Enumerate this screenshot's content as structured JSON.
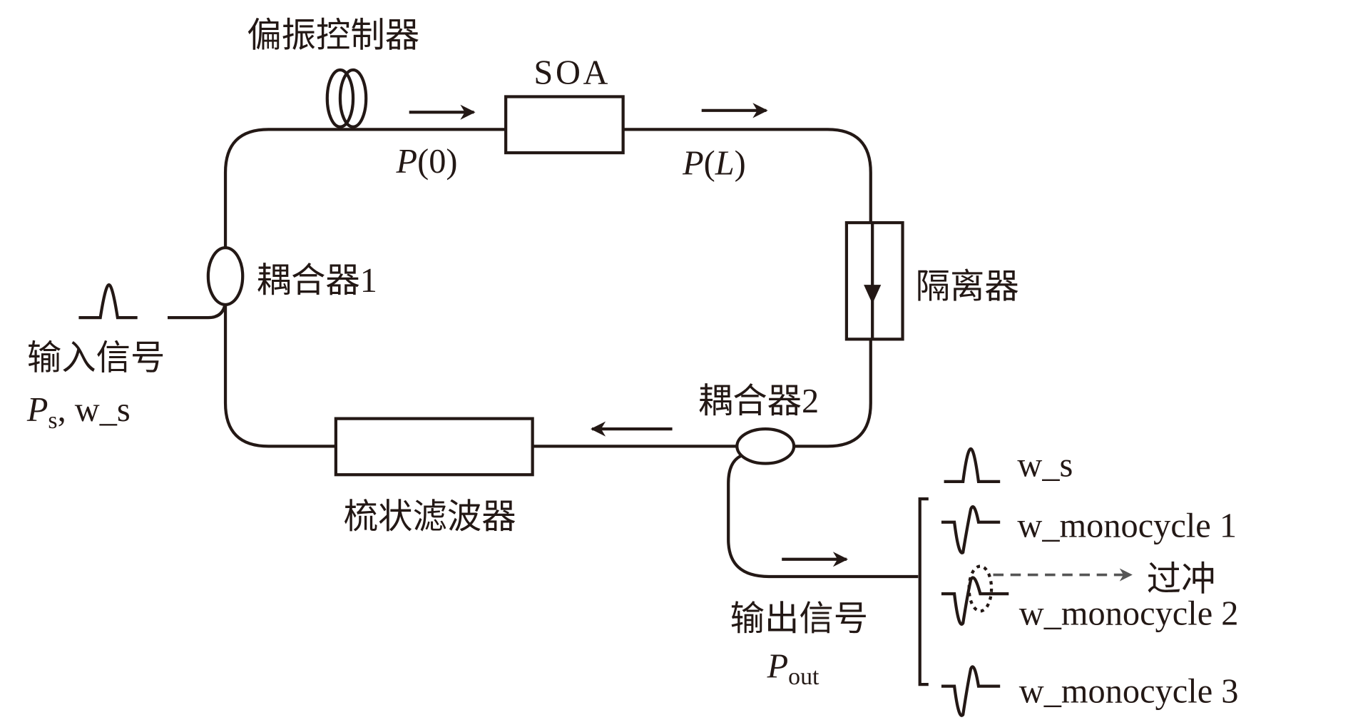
{
  "components": {
    "polarization_controller": "偏振控制器",
    "soa": "SOA",
    "isolator": "隔离器",
    "coupler1": "耦合器1",
    "coupler2": "耦合器2",
    "comb_filter": "梳状滤波器"
  },
  "signals": {
    "p0": {
      "main": "P",
      "arg": "(0)"
    },
    "pl": {
      "main": "P",
      "open": "(",
      "arg": "L",
      "close": ")"
    },
    "input_label": "输入信号",
    "input_symbol": {
      "main": "P",
      "sub": "s",
      "rest": ", w_s"
    },
    "output_label": "输出信号",
    "output_symbol": {
      "main": "P",
      "sub": "out"
    }
  },
  "legend": {
    "ws": "w_s",
    "mono1": "w_monocycle 1",
    "overshoot": "过冲",
    "mono2": "w_monocycle 2",
    "mono3": "w_monocycle 3"
  },
  "colors": {
    "line": "#231815",
    "dashed_arrow": "#555555"
  }
}
